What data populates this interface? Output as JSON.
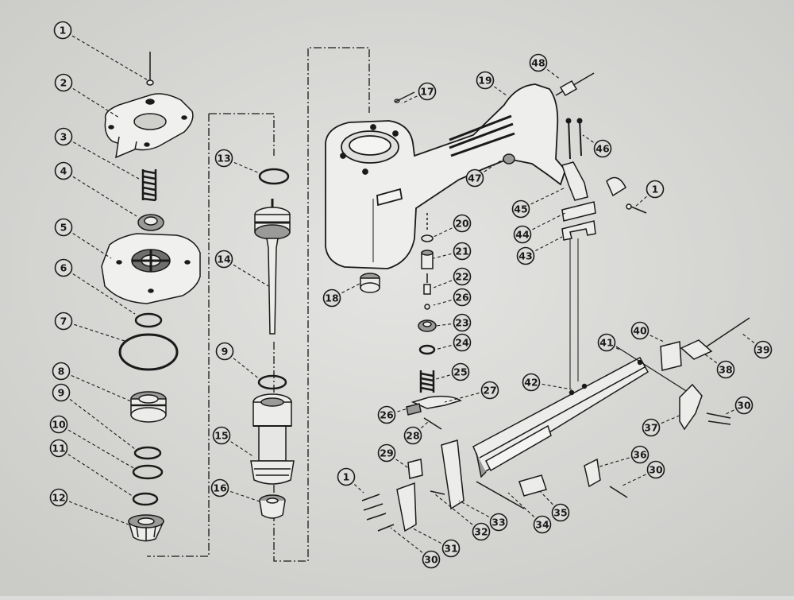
{
  "colors": {
    "paper": "#dcdcda",
    "paper_shade": "#cfcfcc",
    "ink": "#1a1a1a",
    "part_fill": "#ececea",
    "part_shadow": "#9a9a98"
  },
  "callouts": {
    "c1a": "1",
    "c2": "2",
    "c3": "3",
    "c4": "4",
    "c5": "5",
    "c6": "6",
    "c7": "7",
    "c8": "8",
    "c9a": "9",
    "c10": "10",
    "c11": "11",
    "c12": "12",
    "c13": "13",
    "c14": "14",
    "c9b": "9",
    "c15": "15",
    "c16": "16",
    "c17": "17",
    "c18": "18",
    "c19": "19",
    "c20": "20",
    "c21": "21",
    "c22": "22",
    "c26a": "26",
    "c23": "23",
    "c24": "24",
    "c25": "25",
    "c27": "27",
    "c26b": "26",
    "c28": "28",
    "c48": "48",
    "c46": "46",
    "c47": "47",
    "c45": "45",
    "c1b": "1",
    "c44": "44",
    "c43": "43",
    "c40": "40",
    "c39": "39",
    "c41": "41",
    "c38": "38",
    "c42": "42",
    "c30a": "30",
    "c37": "37",
    "c29": "29",
    "c36": "36",
    "c1c": "1",
    "c30b": "30",
    "c35": "35",
    "c33": "33",
    "c34": "34",
    "c32": "32",
    "c31": "31",
    "c30c": "30"
  }
}
